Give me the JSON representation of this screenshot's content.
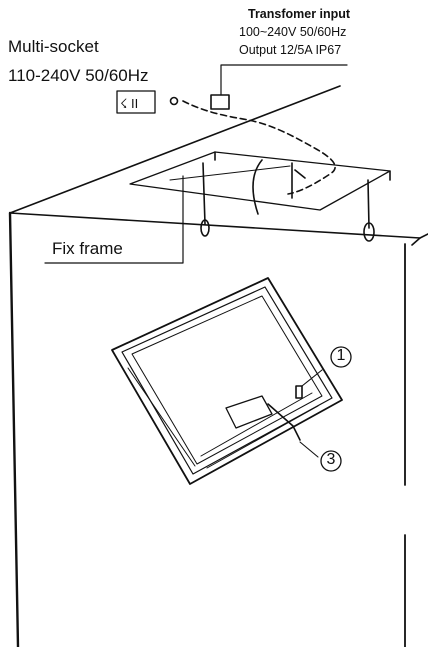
{
  "labels": {
    "multi_socket_title": "Multi-socket",
    "multi_socket_spec": "110-240V 50/60Hz",
    "transformer_title": "Transfomer input",
    "transformer_input": "100~240V 50/60Hz",
    "transformer_output": "Output 12/5A IP67",
    "fix_frame": "Fix frame",
    "callout_1": "1",
    "callout_3": "3"
  },
  "icons": {
    "socket_symbol": "☇ II"
  },
  "colors": {
    "line": "#111111",
    "background": "#ffffff"
  }
}
